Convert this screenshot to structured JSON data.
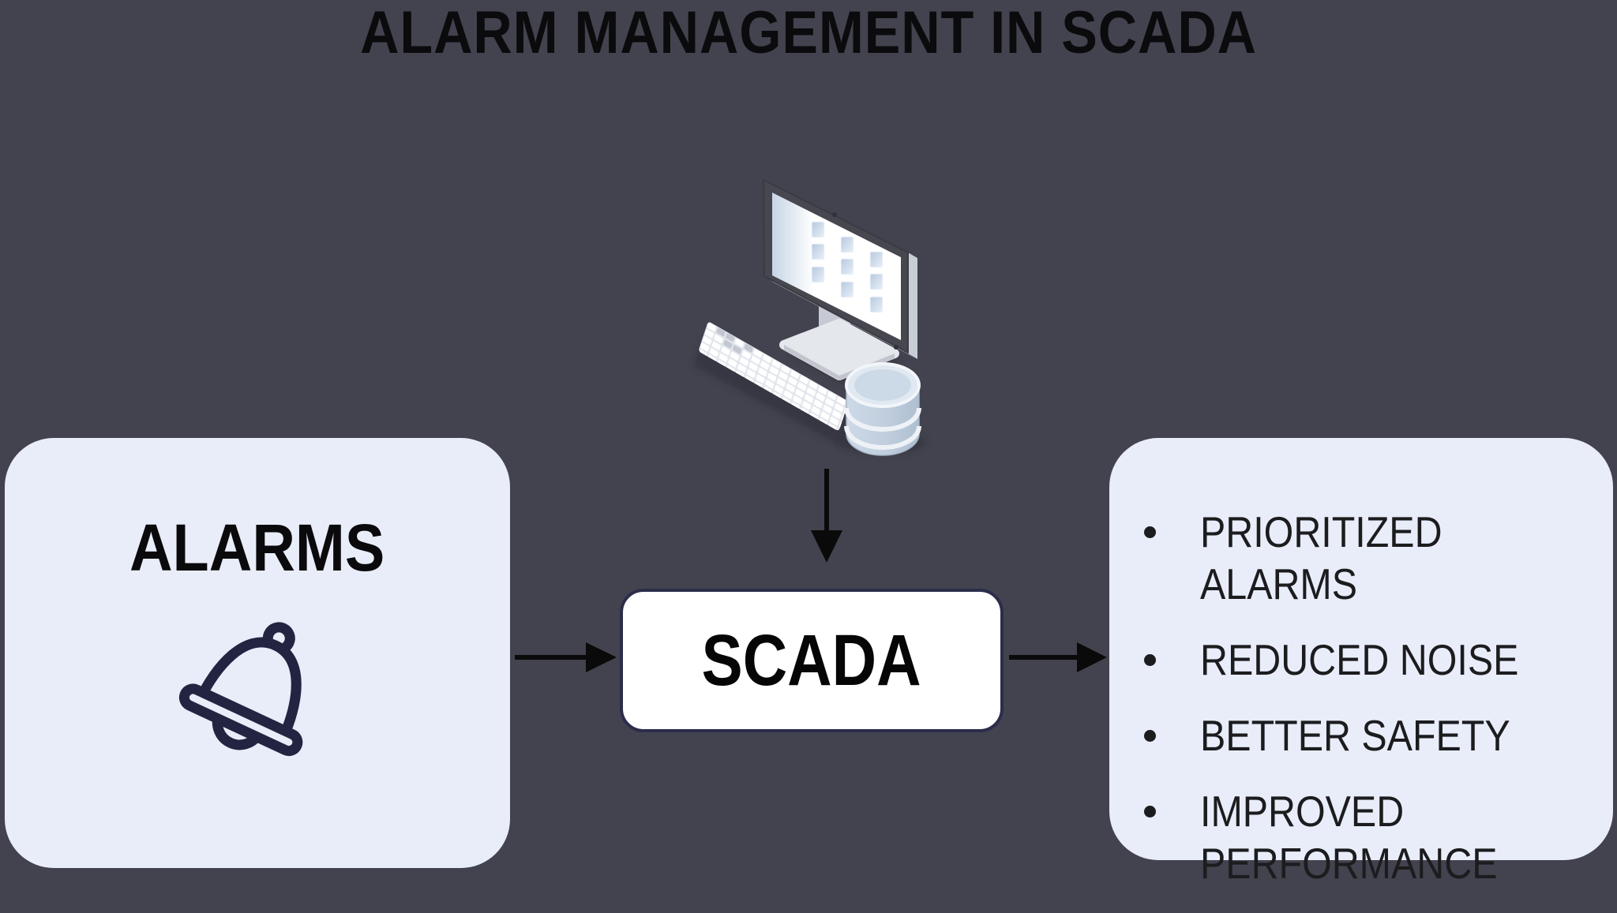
{
  "title": "ALARM MANAGEMENT IN SCADA",
  "alarms_card": {
    "label": "ALARMS",
    "icon": "bell-icon"
  },
  "scada_node": {
    "label": "SCADA"
  },
  "benefits_card": {
    "items": [
      "PRIORITIZED ALARMS",
      "REDUCED NOISE",
      "BETTER SAFETY",
      "IMPROVED PERFORMANCE"
    ]
  },
  "illustration": {
    "icon": "computer-with-database-icon",
    "parts": [
      "monitor-icon",
      "keyboard-icon",
      "database-icon"
    ]
  },
  "arrows": [
    "computer-to-scada",
    "alarms-to-scada",
    "scada-to-benefits"
  ],
  "colors": {
    "background": "#42434e",
    "card_fill": "#e8edf9",
    "scada_fill": "#ffffff",
    "scada_border": "#2b2d4a",
    "title_text": "#0b0b0d",
    "list_text": "#1c1c1f",
    "bell_stroke": "#232441",
    "arrow": "#0a0a0a"
  }
}
